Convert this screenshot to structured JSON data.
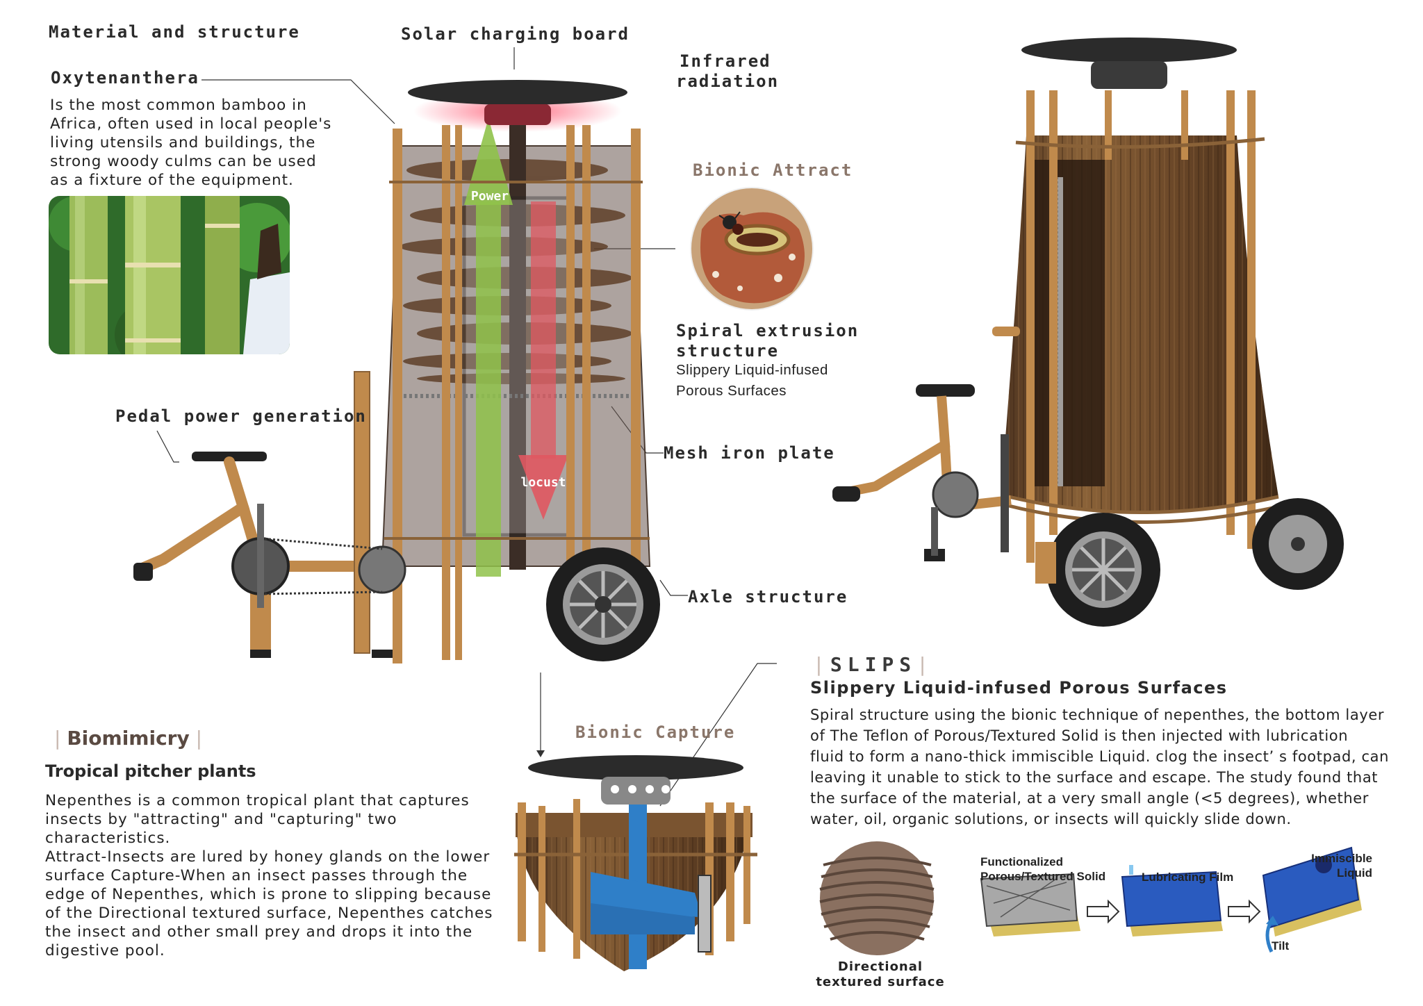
{
  "labels": {
    "material_structure": "Material and structure",
    "solar_board": "Solar charging board",
    "infrared": [
      "Infrared",
      "radiation"
    ],
    "bionic_attract": "Bionic Attract",
    "spiral_title": [
      "Spiral extrusion",
      "structure"
    ],
    "spiral_sub": [
      "Slippery Liquid-infused",
      "Porous Surfaces"
    ],
    "mesh_plate": "Mesh iron plate",
    "axle": "Axle structure",
    "pedal": "Pedal power generation",
    "power_arrow": "Power",
    "locust_arrow": "locust",
    "bionic_capture": "Bionic Capture"
  },
  "oxytenanthera": {
    "title": "Oxytenanthera",
    "lines": [
      "Is the most common bamboo in",
      "Africa, often used in local people's",
      "living utensils and buildings, the",
      "strong woody culms can be used",
      "as a fixture of the equipment."
    ]
  },
  "biomimicry": {
    "heading": "Biomimicry",
    "subtitle": "Tropical pitcher plants",
    "lines": [
      "Nepenthes is a common tropical plant that captures",
      "insects by \"attracting\" and \"capturing\" two",
      "characteristics.",
      "Attract-Insects are lured by honey glands on the lower",
      "surface Capture-When an insect passes through the",
      "edge of Nepenthes, which is prone to slipping because",
      "of the Directional textured surface, Nepenthes catches",
      "the insect and other small prey and drops it into the",
      "digestive pool."
    ]
  },
  "slips": {
    "heading": "SLIPS",
    "subtitle": "Slippery Liquid-infused Porous Surfaces",
    "lines": [
      "Spiral structure using the bionic technique of nepenthes, the bottom layer",
      "of The Teflon of Porous/Textured Solid is then injected with lubrication",
      "fluid to form a nano-thick immiscible Liquid. clog the insect’ s footpad, can",
      "leaving it unable to stick to the surface and escape.  The study found that",
      "the surface of the material, at a very small angle (<5 degrees), whether",
      "water, oil, organic solutions, or insects will quickly slide down."
    ]
  },
  "diagram": {
    "func_solid": [
      "Functionalized",
      "Porous/Textured Solid"
    ],
    "lub_film": "Lubricating Film",
    "immiscible": [
      "Immiscible",
      "Liquid"
    ],
    "tilt": "Tilt",
    "directional": [
      "Directional",
      "textured surface"
    ]
  },
  "colors": {
    "wood": "#8a6238",
    "bamboo": "#c08a4c",
    "power_arrow": "#8fc24a",
    "locust_arrow": "#e05860",
    "blue": "#2f7fc8"
  }
}
